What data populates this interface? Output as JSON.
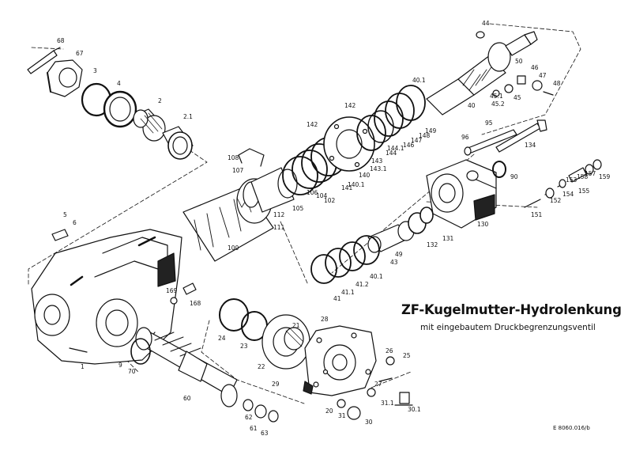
{
  "title": "ZF-Kugelmutter-Hydrolenkung",
  "subtitle": "mit eingebautem Druckbegrenzungsventil",
  "document_number": "E 8060.016/b",
  "line_color": "#111111",
  "part_labels": [
    "68",
    "67",
    "3",
    "4",
    "2",
    "2.1",
    "44",
    "50",
    "46",
    "47",
    "48",
    "40.1",
    "45.1",
    "45.2",
    "45",
    "40",
    "142",
    "142",
    "149",
    "146",
    "147",
    "148",
    "144",
    "144.1",
    "143",
    "143.1",
    "140",
    "141",
    "140.1",
    "104",
    "102",
    "106",
    "105",
    "112",
    "111",
    "107",
    "108",
    "96",
    "95",
    "134",
    "90",
    "153",
    "157",
    "158",
    "159",
    "155",
    "154",
    "152",
    "151",
    "5",
    "6",
    "100",
    "131",
    "132",
    "49",
    "43",
    "130",
    "41",
    "41.1",
    "41.2",
    "40.1",
    "169",
    "168",
    "24",
    "23",
    "22",
    "21",
    "28",
    "26",
    "25",
    "27",
    "29",
    "31",
    "31.1",
    "30",
    "30.1",
    "20",
    "1",
    "9",
    "70",
    "60",
    "62",
    "61",
    "63"
  ]
}
